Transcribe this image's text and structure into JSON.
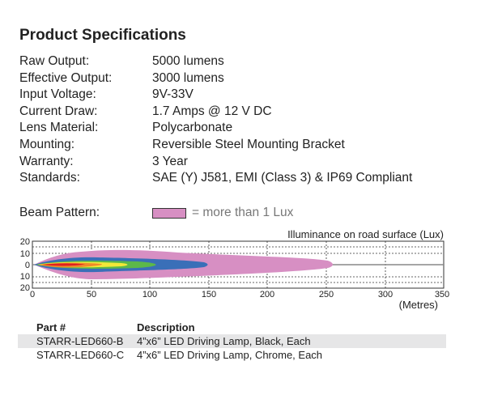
{
  "title": "Product Specifications",
  "specs": [
    {
      "label": "Raw Output:",
      "value": "5000 lumens"
    },
    {
      "label": "Effective Output:",
      "value": "3000 lumens"
    },
    {
      "label": "Input Voltage:",
      "value": "9V-33V"
    },
    {
      "label": "Current Draw:",
      "value": "1.7 Amps @ 12 V DC"
    },
    {
      "label": "Lens Material:",
      "value": "Polycarbonate"
    },
    {
      "label": "Mounting:",
      "value": "Reversible Steel Mounting Bracket"
    },
    {
      "label": "Warranty:",
      "value": "3 Year"
    },
    {
      "label": "Standards:",
      "value": "SAE (Y) J581, EMI (Class 3) & IP69 Compliant"
    }
  ],
  "beam": {
    "label": "Beam Pattern:",
    "legend": "= more than 1 Lux",
    "legend_color": "#d78fc3"
  },
  "chart": {
    "title": "Illuminance on road surface (Lux)",
    "xlabel": "(Metres)",
    "x_ticks": [
      "0",
      "50",
      "100",
      "150",
      "200",
      "250",
      "300",
      "350"
    ],
    "y_ticks": [
      "20",
      "10",
      "0",
      "10",
      "20"
    ]
  },
  "parts": {
    "headers": [
      "Part #",
      "Description"
    ],
    "rows": [
      [
        "STARR-LED660-B",
        "4”x6” LED Driving Lamp, Black, Each"
      ],
      [
        "STARR-LED660-C",
        "4”x6” LED Driving Lamp, Chrome, Each"
      ]
    ]
  }
}
